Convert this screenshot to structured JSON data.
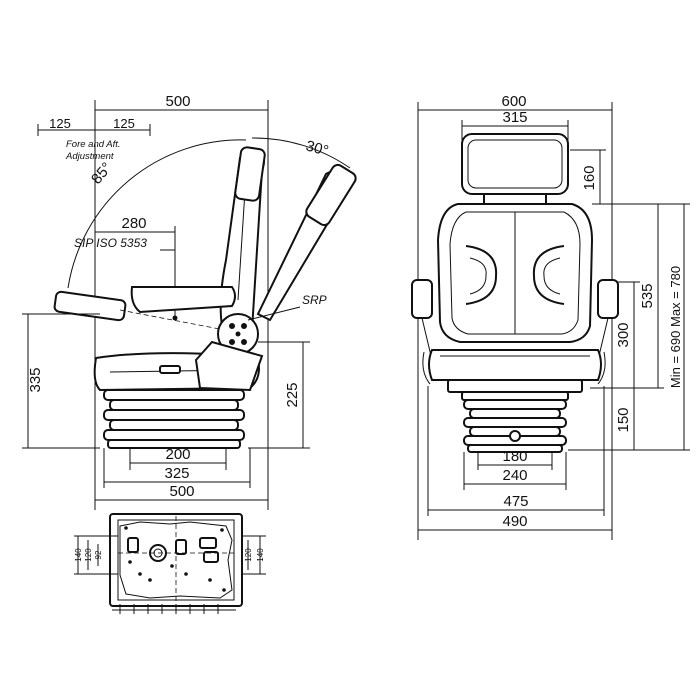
{
  "side_view": {
    "top_width": "500",
    "fore_aft_left": "125",
    "fore_aft_right": "125",
    "fore_aft_label": "Fore and Aft.",
    "fore_aft_label2": "Adjustment",
    "recline_angle": "85°",
    "back_angle": "30°",
    "armrest_depth": "280",
    "sip_label": "SIP ISO 5353",
    "srp_label": "SRP",
    "height_left": "335",
    "height_right": "225",
    "bottom_200": "200",
    "bottom_325": "325",
    "bottom_500": "500"
  },
  "front_view": {
    "top_width": "600",
    "headrest_width": "315",
    "headrest_height": "160",
    "backrest_535": "535",
    "armrest_300": "300",
    "base_150": "150",
    "height_range": "Min = 690  Max = 780",
    "bottom_180": "180",
    "bottom_240": "240",
    "bottom_475": "475",
    "bottom_490": "490"
  },
  "mount_plate": {
    "left_140": "140",
    "left_120": "120",
    "left_92": "92",
    "right_120": "120",
    "right_140": "140"
  }
}
